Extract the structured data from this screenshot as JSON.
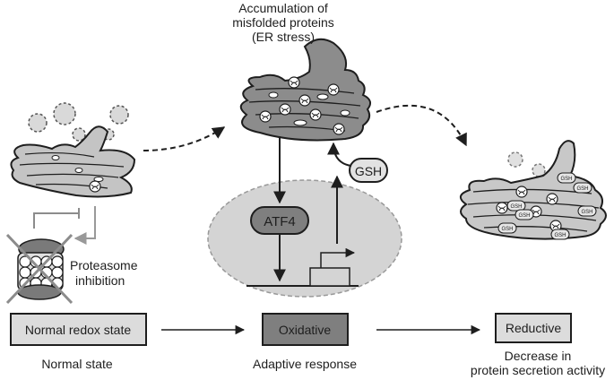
{
  "labels": {
    "er_stress_line1": "Accumulation of",
    "er_stress_line2": "misfolded proteins",
    "er_stress_line3": "(ER stress)",
    "proteasome_line1": "Proteasome",
    "proteasome_line2": "inhibition",
    "atf4": "ATF4",
    "gsh": "GSH",
    "gsh_small": "GSH",
    "normal_state": "Normal state",
    "adaptive_response": "Adaptive response",
    "decrease_line1": "Decrease in",
    "decrease_line2": "protein secretion activity"
  },
  "states": {
    "normal_redox": "Normal redox state",
    "oxidative": "Oxidative",
    "reductive": "Reductive"
  },
  "colors": {
    "outline": "#1e1e1e",
    "er_fill": "#8c8c8c",
    "er_fill_light": "#c8c8c8",
    "nucleus_fill": "#d4d4d4",
    "oxidative_box": "#7f7f7f",
    "light_box": "#dcdcdc",
    "inhibition_line": "#8c8c8c"
  }
}
